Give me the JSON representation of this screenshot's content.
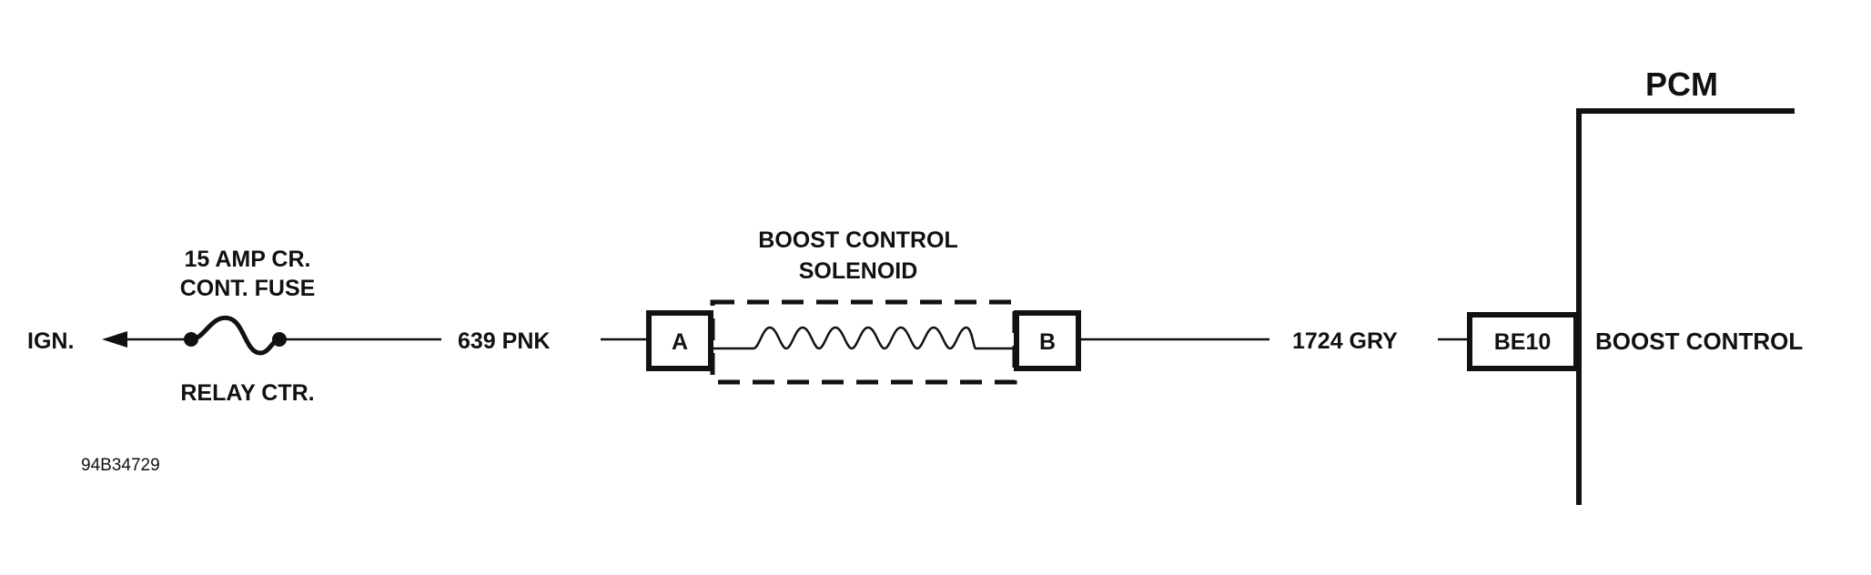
{
  "labels": {
    "ign": "IGN.",
    "fuse_line1": "15 AMP CR.",
    "fuse_line2": "CONT. FUSE",
    "relay": "RELAY CTR.",
    "wire_left": "639 PNK",
    "solenoid_line1": "BOOST CONTROL",
    "solenoid_line2": "SOLENOID",
    "term_a": "A",
    "term_b": "B",
    "wire_right": "1724 GRY",
    "pcm_pin": "BE10",
    "pcm_function": "BOOST CONTROL",
    "pcm": "PCM",
    "figure_id": "94B34729"
  },
  "icons": {
    "arrow": "arrow-left-icon",
    "fuse": "fuse-icon",
    "coil": "solenoid-coil-icon"
  }
}
